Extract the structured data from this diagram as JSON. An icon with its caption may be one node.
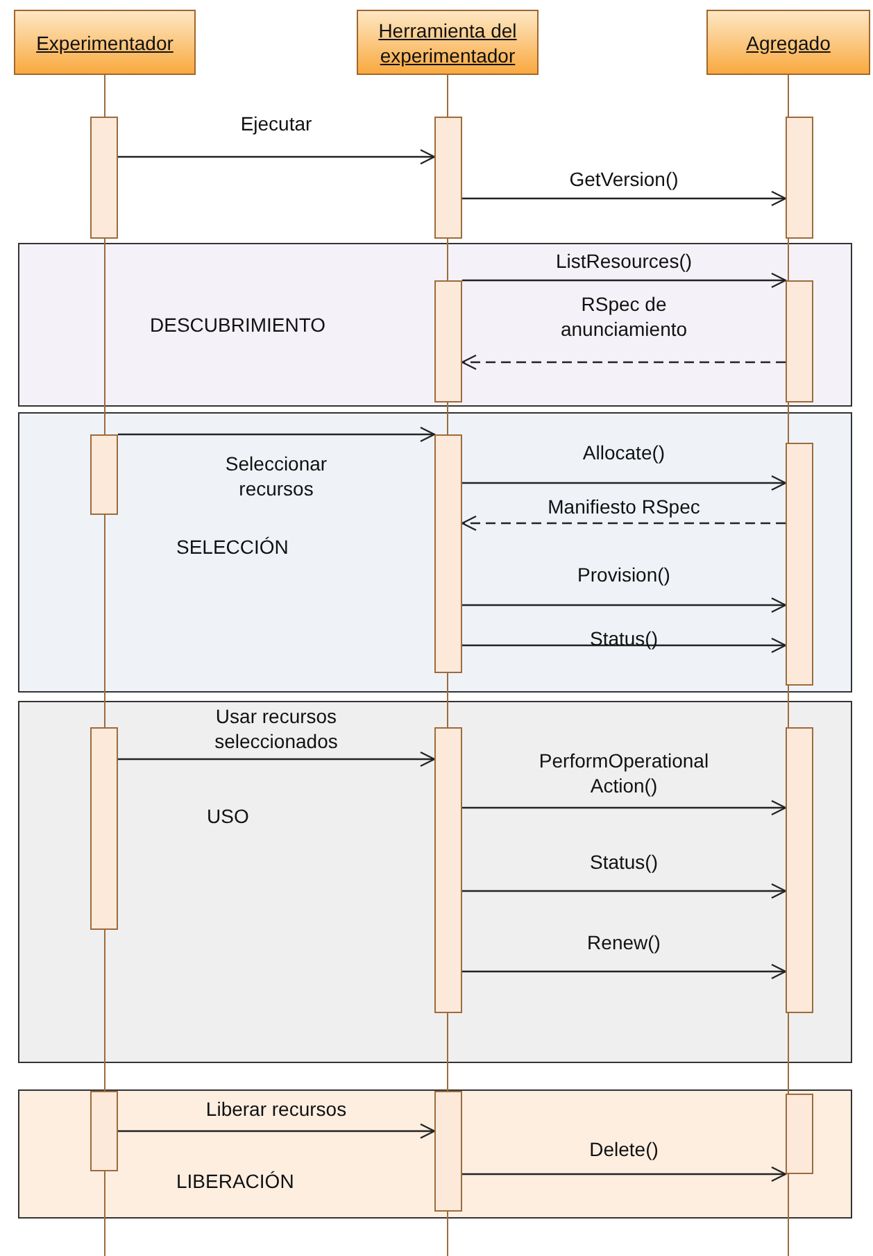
{
  "diagram": {
    "nodes": [
      {
        "text": [
          "Experimentador"
        ]
      },
      {
        "text": [
          "Herramienta del experimentador"
        ]
      },
      {
        "text": [
          "Agregado"
        ]
      },
      {
        "text": [],
        "shape": "bar"
      },
      {
        "text": [],
        "shape": "bar"
      },
      {
        "text": [],
        "shape": "bar"
      },
      {
        "text": [
          "DESCUBRIMIENTO"
        ]
      },
      {
        "text": [],
        "shape": "bar",
        "in": 6
      },
      {
        "text": [],
        "shape": "bar",
        "in": 6
      },
      {
        "text": [
          "SELECCIÓN"
        ]
      },
      {
        "text": [],
        "shape": "bar",
        "in": 9
      },
      {
        "text": [],
        "shape": "bar",
        "in": 9
      },
      {
        "text": [],
        "shape": "bar",
        "in": 9
      },
      {
        "text": [
          "USO"
        ]
      },
      {
        "text": [],
        "shape": "bar",
        "in": 13
      },
      {
        "text": [],
        "shape": "bar",
        "in": 13
      },
      {
        "text": [],
        "shape": "bar",
        "in": 13
      },
      {
        "text": [
          "LIBERACIÓN"
        ]
      },
      {
        "text": [],
        "shape": "bar",
        "in": 17
      },
      {
        "text": [],
        "shape": "bar",
        "in": 17
      },
      {
        "text": [],
        "shape": "bar",
        "in": 17
      }
    ],
    "edges": [
      {
        "from": 3,
        "to": 4,
        "arrow": "to",
        "label": "Ejecutar"
      },
      {
        "from": 4,
        "to": 5,
        "arrow": "to",
        "label": "GetVersion()"
      },
      {
        "from": 7,
        "to": 8,
        "arrow": "to",
        "label": "ListResources()"
      },
      {
        "from": 8,
        "to": 7,
        "arrow": "to",
        "label": "RSpec de anunciamiento",
        "style": "dashed"
      },
      {
        "from": 10,
        "to": 11,
        "arrow": "to",
        "label": "Seleccionar recursos"
      },
      {
        "from": 11,
        "to": 12,
        "arrow": "to",
        "label": "Allocate()"
      },
      {
        "from": 12,
        "to": 11,
        "arrow": "to",
        "label": "Manifiesto RSpec",
        "style": "dashed"
      },
      {
        "from": 11,
        "to": 12,
        "arrow": "to",
        "label": "Provision()"
      },
      {
        "from": 11,
        "to": 12,
        "arrow": "to",
        "label": "Status()"
      },
      {
        "from": 14,
        "to": 15,
        "arrow": "to",
        "label": "Usar recursos seleccionados"
      },
      {
        "from": 15,
        "to": 16,
        "arrow": "to",
        "label": "PerformOperational Action()"
      },
      {
        "from": 15,
        "to": 16,
        "arrow": "to",
        "label": "Status()"
      },
      {
        "from": 15,
        "to": 16,
        "arrow": "to",
        "label": "Renew()"
      },
      {
        "from": 18,
        "to": 19,
        "arrow": "to",
        "label": "Liberar recursos"
      },
      {
        "from": 19,
        "to": 20,
        "arrow": "to",
        "label": "Delete()"
      }
    ]
  }
}
